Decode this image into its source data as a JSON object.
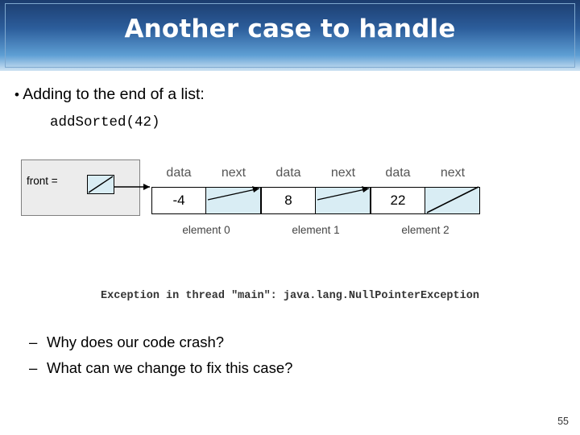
{
  "slide": {
    "title": "Another case to handle",
    "bullet": "Adding to the end of a list:",
    "code": "addSorted(42)",
    "exception": "Exception in thread \"main\": java.lang.NullPointerException",
    "sub_bullets": [
      "Why does our code crash?",
      "What can we change to fix this case?"
    ],
    "page_number": "55"
  },
  "diagram": {
    "front_label": "front  =",
    "header_data": "data",
    "header_next": "next",
    "nodes": [
      {
        "value": "-4",
        "label": "element 0"
      },
      {
        "value": "8",
        "label": "element 1"
      },
      {
        "value": "22",
        "label": "element 2"
      }
    ]
  },
  "colors": {
    "header_dark": "#1b3c6e",
    "header_light": "#cfe3f3",
    "cell_fill": "#d9edf4",
    "box_fill": "#ececec"
  }
}
